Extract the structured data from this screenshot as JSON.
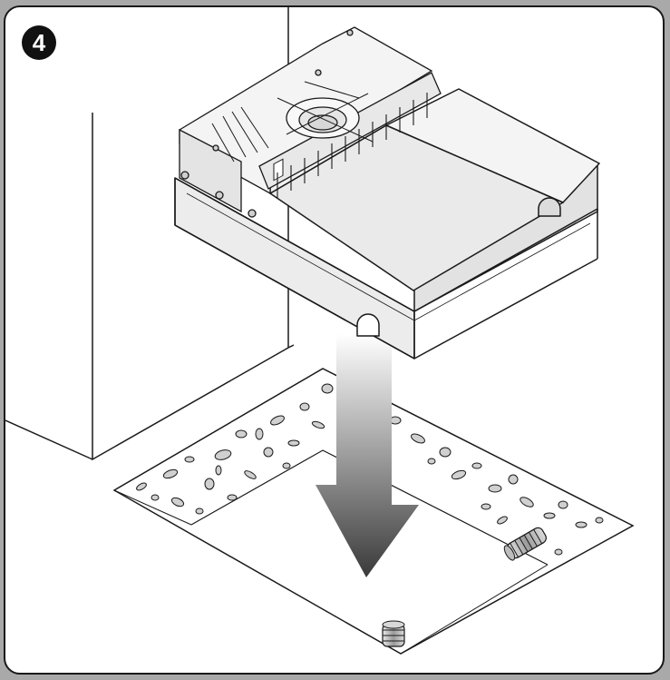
{
  "step": {
    "number": "4"
  },
  "colors": {
    "frame_background": "#a9a9a9",
    "panel_background": "#ffffff",
    "outline": "#1a1a1a",
    "box_side": "#ececec",
    "box_top": "#f7f7f7",
    "box_interior": "#e6e6e6",
    "foundation_surface": "#ffffff",
    "stone_fill": "#d0d0d0",
    "arrow_gradient_start": "#ffffff",
    "arrow_gradient_end": "#3a3a3a",
    "anchor_bolt": "#bdbdbd"
  },
  "icons": {
    "step_badge": "filled-circle-number",
    "direction": "down-arrow",
    "fastener": "threaded-anchor-bolt"
  }
}
